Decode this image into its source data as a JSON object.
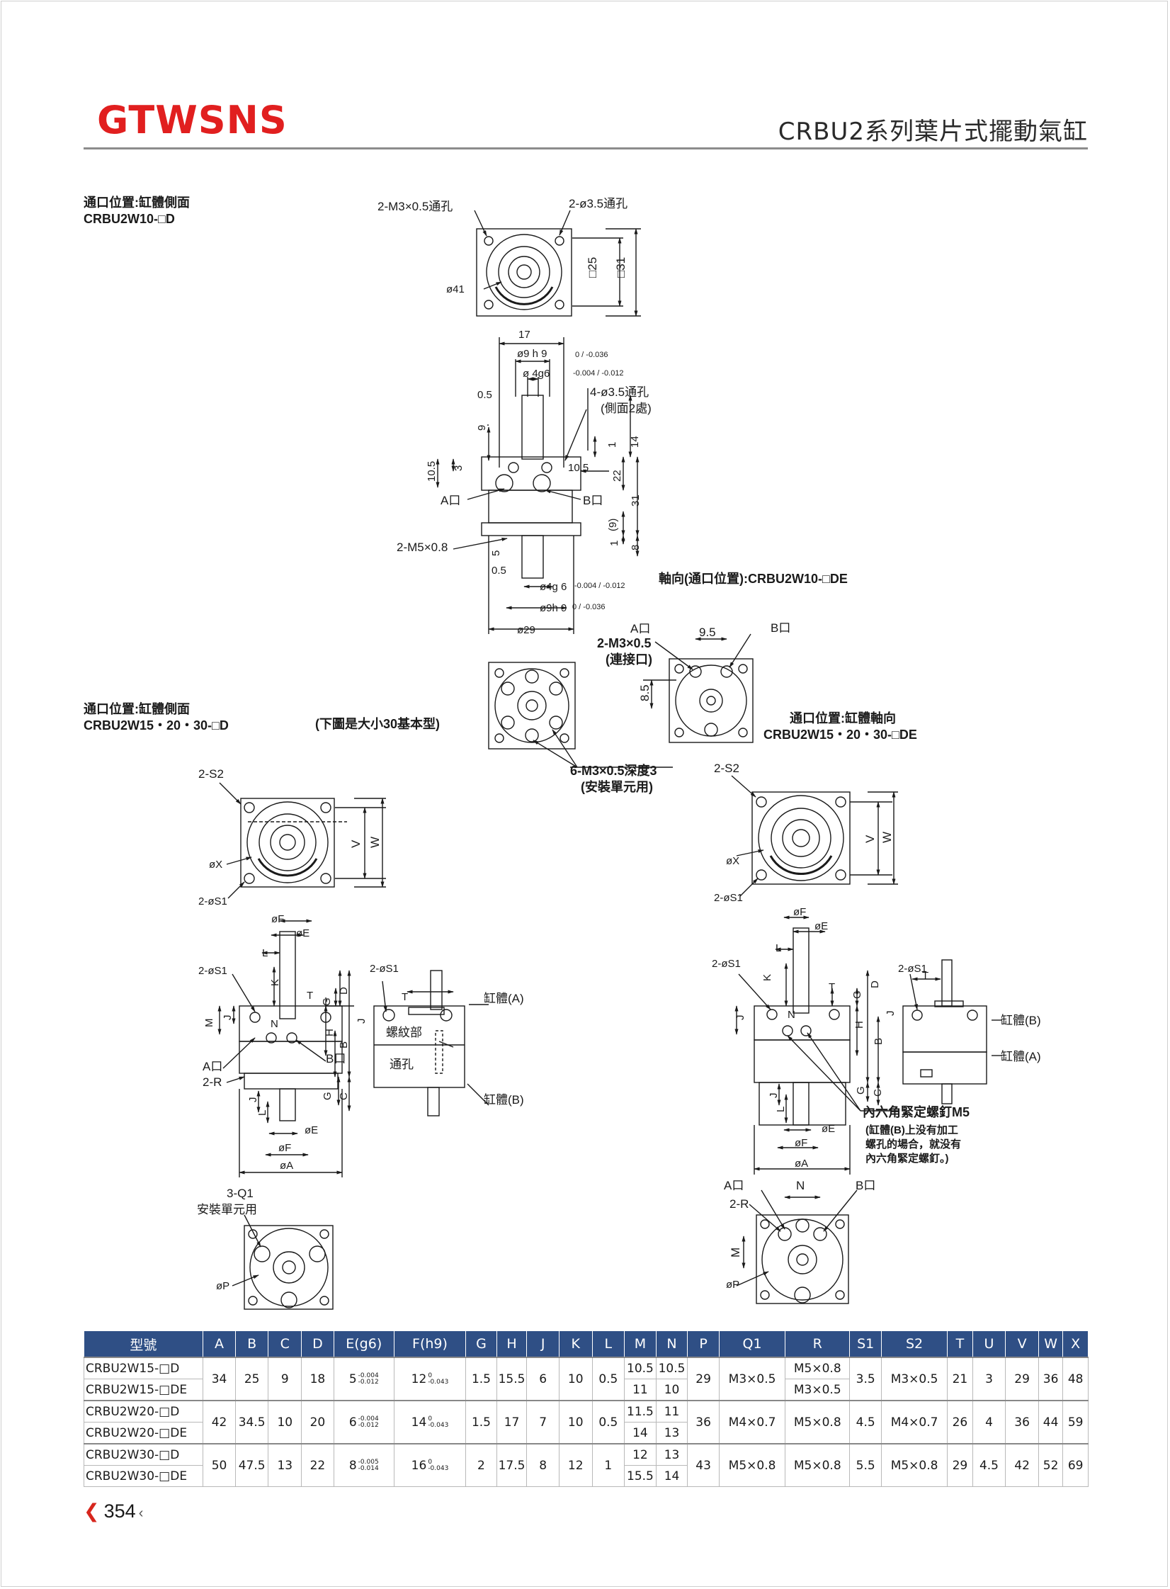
{
  "header": {
    "brand": "GTWSNS",
    "series_title": "CRBU2系列葉片式擺動氣缸"
  },
  "drawing": {
    "section_w10_title": "通口位置:缸體側面",
    "section_w10_model": "CRBU2W10-□D",
    "w10_notes": {
      "thru_m3": "2-M3×0.5通孔",
      "thru_phi35": "2-ø3.5通孔",
      "phi41": "ø41",
      "sq25": "□25",
      "sq31": "□31",
      "d17": "17",
      "phi9": "ø9 h 9",
      "phi9_tol": "0 / -0.036",
      "phi4g6": "ø 4g6",
      "phi4g6_tol": "-0.004 / -0.012",
      "d05": "0.5",
      "side_holes": "4-ø3.5通孔",
      "side_holes_note": "(側面2處)",
      "d9": "9",
      "d1": "1",
      "d14": "14",
      "d105": "10.5",
      "d3": "3",
      "d105b": "10.5",
      "d22": "22",
      "d31": "31",
      "port_a": "A口",
      "port_b": "B口",
      "d9p": "(9)",
      "m5": "2-M5×0.8",
      "d1b": "1",
      "d8": "8",
      "d5": "5",
      "d05b": "0.5",
      "phi4g_b": "ø4g 6",
      "phi4g_b_tol": "-0.004 / -0.012",
      "phi9h_b": "ø9h 9",
      "phi9h_b_tol": "0 / -0.036",
      "phi29": "ø29"
    },
    "axial_title": "軸向(通口位置):CRBU2W10-□DE",
    "axial_notes": {
      "port_a": "A口",
      "port_b": "B口",
      "m3": "2-M3×0.5",
      "connect": "(連接口)",
      "d95": "9.5",
      "d85": "8.5"
    },
    "section_w15_title": "通口位置:缸體側面",
    "section_w15_model": "CRBU2W15・20・30-□D",
    "basic_note": "(下圖是大小30基本型)",
    "mount_holes": "6-M3×0.5深度3",
    "mount_note": "(安裝單元用)",
    "axial_w15_title": "通口位置:缸體軸向",
    "axial_w15_model": "CRBU2W15・20・30-□DE",
    "labels": {
      "s2": "2-S2",
      "phi_s1": "2-øS1",
      "phi_x": "øX",
      "v": "V",
      "w": "W",
      "phi_f": "øF",
      "phi_e": "øE",
      "l": "L",
      "k": "K",
      "t": "T",
      "g": "G",
      "d": "D",
      "m": "M",
      "j": "J",
      "n": "N",
      "h": "H",
      "b": "B",
      "c": "C",
      "phi_a": "øA",
      "port_a": "A口",
      "port_b": "B口",
      "r": "2-R",
      "thread": "螺紋部",
      "thru": "通孔",
      "body_a": "缸體(A)",
      "body_b": "缸體(B)",
      "q1": "3-Q1",
      "q1_note": "安裝單元用",
      "phi_p": "øP",
      "hex_screw": "內六角緊定螺釘M5",
      "hex_note_1": "(缸體(B)上没有加工",
      "hex_note_2": "螺孔的場合，就没有",
      "hex_note_3": "內六角緊定螺釘。)"
    }
  },
  "table": {
    "headers": [
      "型號",
      "A",
      "B",
      "C",
      "D",
      "E(g6)",
      "F(h9)",
      "G",
      "H",
      "J",
      "K",
      "L",
      "M",
      "N",
      "P",
      "Q1",
      "R",
      "S1",
      "S2",
      "T",
      "U",
      "V",
      "W",
      "X"
    ],
    "groups": [
      {
        "model_d": "CRBU2W15-□D",
        "model_de": "CRBU2W15-□DE",
        "A": "34",
        "B": "25",
        "C": "9",
        "D": "18",
        "E": "5",
        "E_tol_hi": "-0.004",
        "E_tol_lo": "-0.012",
        "F": "12",
        "F_tol_hi": "0",
        "F_tol_lo": "-0.043",
        "G": "1.5",
        "H": "15.5",
        "J": "6",
        "K": "10",
        "L": "0.5",
        "M_d": "10.5",
        "N_d": "10.5",
        "M_de": "11",
        "N_de": "10",
        "P": "29",
        "Q1": "M3×0.5",
        "R_d": "M5×0.8",
        "R_de": "M3×0.5",
        "S1": "3.5",
        "S2": "M3×0.5",
        "T": "21",
        "U": "3",
        "V": "29",
        "W": "36",
        "X": "48"
      },
      {
        "model_d": "CRBU2W20-□D",
        "model_de": "CRBU2W20-□DE",
        "A": "42",
        "B": "34.5",
        "C": "10",
        "D": "20",
        "E": "6",
        "E_tol_hi": "-0.004",
        "E_tol_lo": "-0.012",
        "F": "14",
        "F_tol_hi": "0",
        "F_tol_lo": "-0.043",
        "G": "1.5",
        "H": "17",
        "J": "7",
        "K": "10",
        "L": "0.5",
        "M_d": "11.5",
        "N_d": "11",
        "M_de": "14",
        "N_de": "13",
        "P": "36",
        "Q1": "M4×0.7",
        "R": "M5×0.8",
        "S1": "4.5",
        "S2": "M4×0.7",
        "T": "26",
        "U": "4",
        "V": "36",
        "W": "44",
        "X": "59"
      },
      {
        "model_d": "CRBU2W30-□D",
        "model_de": "CRBU2W30-□DE",
        "A": "50",
        "B": "47.5",
        "C": "13",
        "D": "22",
        "E": "8",
        "E_tol_hi": "-0.005",
        "E_tol_lo": "-0.014",
        "F": "16",
        "F_tol_hi": "0",
        "F_tol_lo": "-0.043",
        "G": "2",
        "H": "17.5",
        "J": "8",
        "K": "12",
        "L": "1",
        "M_d": "12",
        "N_d": "13",
        "M_de": "15.5",
        "N_de": "14",
        "P": "43",
        "Q1": "M5×0.8",
        "R": "M5×0.8",
        "S1": "5.5",
        "S2": "M5×0.8",
        "T": "29",
        "U": "4.5",
        "V": "42",
        "W": "52",
        "X": "69"
      }
    ]
  },
  "footer": {
    "page_number": "354"
  },
  "colors": {
    "brand": "#e11f1f",
    "table_header": "#2f4f85",
    "rule": "#8c8c8c"
  }
}
